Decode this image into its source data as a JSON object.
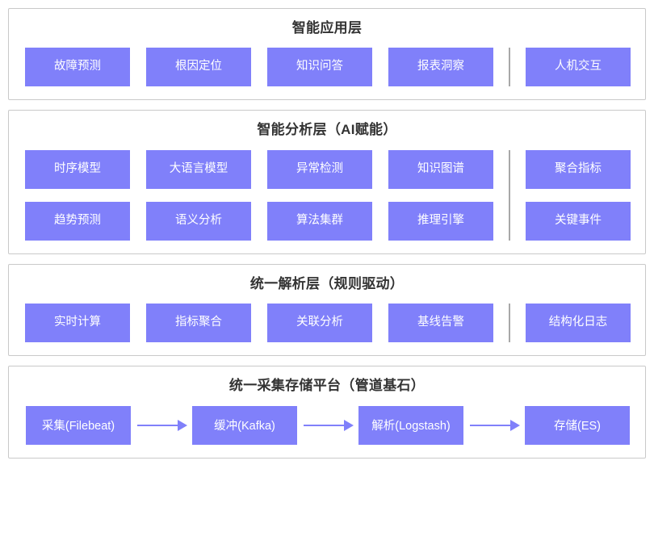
{
  "theme": {
    "accent": "#8080fa",
    "node_text": "#ffffff",
    "card_border": "#c9c9c9",
    "title_color": "#333333",
    "divider_color": "#a8a8a8",
    "background": "#ffffff"
  },
  "layers": [
    {
      "id": "intelligent-application",
      "title": "智能应用层",
      "rows": [
        {
          "left": [
            "故障预测",
            "根因定位",
            "知识问答",
            "报表洞察"
          ],
          "divider": true,
          "right": [
            "人机交互"
          ]
        }
      ]
    },
    {
      "id": "intelligent-analysis",
      "title": "智能分析层（AI赋能）",
      "rows": [
        {
          "left": [
            "时序模型",
            "大语言模型",
            "异常检测",
            "知识图谱"
          ],
          "divider": true,
          "right": [
            "聚合指标"
          ]
        },
        {
          "left": [
            "趋势预测",
            "语义分析",
            "算法集群",
            "推理引擎"
          ],
          "divider": true,
          "right": [
            "关键事件"
          ]
        }
      ]
    },
    {
      "id": "unified-parsing",
      "title": "统一解析层（规则驱动）",
      "rows": [
        {
          "left": [
            "实时计算",
            "指标聚合",
            "关联分析",
            "基线告警"
          ],
          "divider": true,
          "right": [
            "结构化日志"
          ]
        }
      ]
    },
    {
      "id": "unified-collection-storage",
      "title": "统一采集存储平台（管道基石）",
      "pipeline": [
        "采集(Filebeat)",
        "缓冲(Kafka)",
        "解析(Logstash)",
        "存储(ES)"
      ]
    }
  ]
}
